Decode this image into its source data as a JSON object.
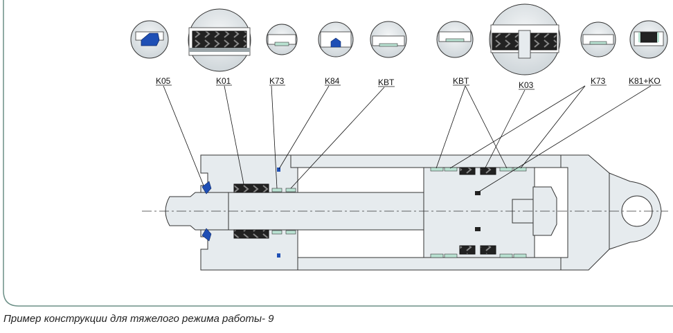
{
  "labels": {
    "k05": "K05",
    "k01": "K01",
    "k73_left": "K73",
    "k84": "K84",
    "kbt_left": "KBT",
    "kbt_right": "KBT",
    "k03": "K03",
    "k73_right": "K73",
    "k81ko": "K81+KO"
  },
  "caption": "Пример конструкции для тяжелого режима работы- 9",
  "colors": {
    "frame": "#6b8f86",
    "steel": "#e6ebee",
    "outline": "#333333",
    "seal_blue": "#1f4fb5",
    "seal_green": "#b9e2d2",
    "seal_dark": "#2a2a2a"
  }
}
